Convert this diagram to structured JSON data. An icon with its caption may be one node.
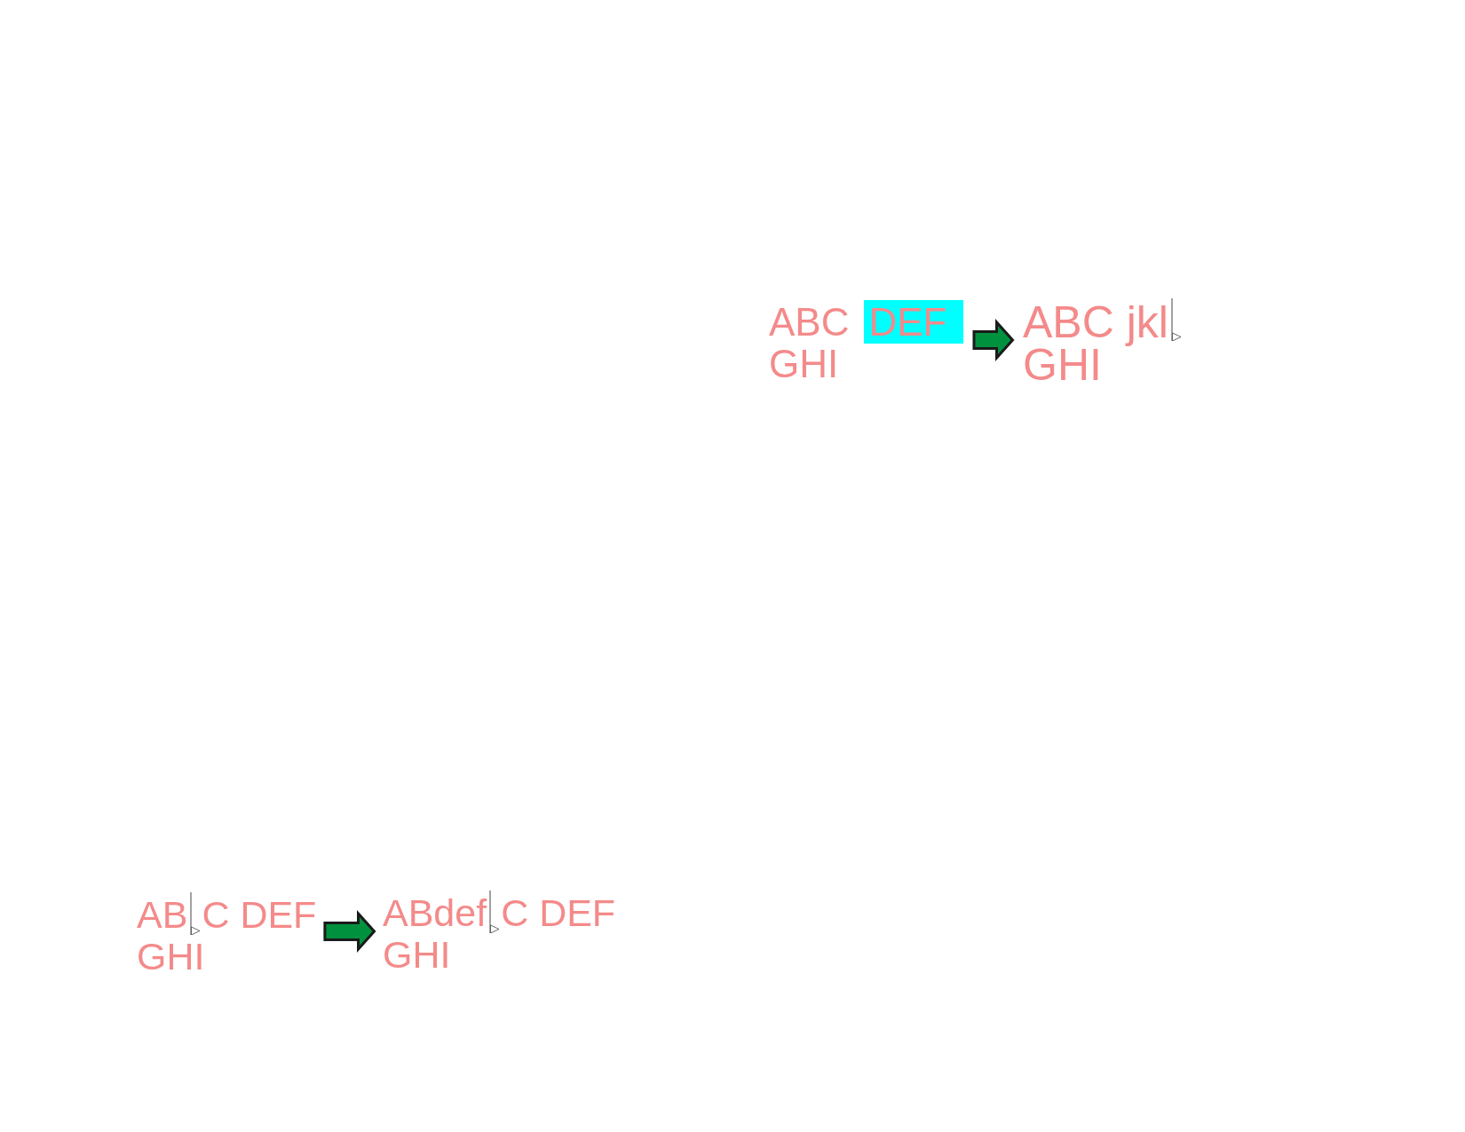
{
  "diagram": {
    "nodes": [
      {
        "text": [
          "ABC",
          "DEF",
          "GHI"
        ]
      },
      {
        "text": [
          "ABC jkl",
          "GHI"
        ]
      },
      {
        "text": [
          "AB",
          "C DEF",
          "GHI"
        ]
      },
      {
        "text": [
          "ABdef",
          "C DEF",
          "GHI"
        ]
      }
    ],
    "edges": [
      {
        "from": 0,
        "to": 1,
        "arrow": "to"
      },
      {
        "from": 2,
        "to": 3,
        "arrow": "to"
      }
    ]
  }
}
